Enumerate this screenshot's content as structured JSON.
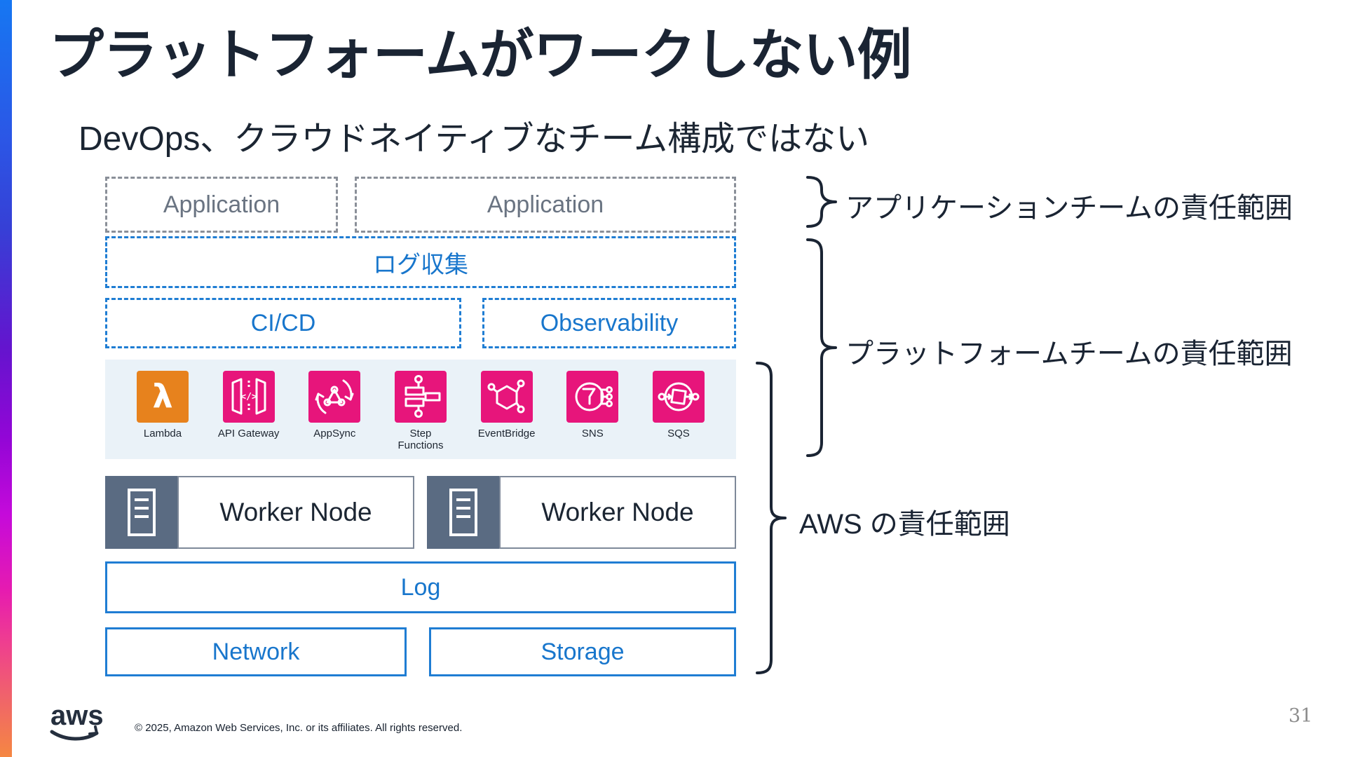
{
  "slide": {
    "title": "プラットフォームがワークしない例",
    "subtitle": "DevOps、クラウドネイティブなチーム構成ではない",
    "page_number": "31",
    "copyright": "© 2025, Amazon Web Services, Inc. or its affiliates. All rights reserved.",
    "logo_text": "aws"
  },
  "diagram": {
    "application_boxes": [
      "Application",
      "Application"
    ],
    "log_collection_label": "ログ収集",
    "cicd_label": "CI/CD",
    "observability_label": "Observability",
    "services": [
      {
        "label": "Lambda",
        "icon": "lambda-icon",
        "color": "#E7821D"
      },
      {
        "label": "API Gateway",
        "icon": "api-gateway-icon",
        "color": "#E7157B"
      },
      {
        "label": "AppSync",
        "icon": "appsync-icon",
        "color": "#E7157B"
      },
      {
        "label": "Step Functions",
        "icon": "step-functions-icon",
        "color": "#E7157B"
      },
      {
        "label": "EventBridge",
        "icon": "eventbridge-icon",
        "color": "#E7157B"
      },
      {
        "label": "SNS",
        "icon": "sns-icon",
        "color": "#E7157B"
      },
      {
        "label": "SQS",
        "icon": "sqs-icon",
        "color": "#E7157B"
      }
    ],
    "worker_nodes": [
      "Worker Node",
      "Worker Node"
    ],
    "log_label": "Log",
    "network_label": "Network",
    "storage_label": "Storage"
  },
  "annotations": {
    "application_team": "アプリケーションチームの責任範囲",
    "platform_team": "プラットフォームチームの責任範囲",
    "aws": "AWS の責任範囲"
  },
  "colors": {
    "title_text": "#1A2433",
    "blue_border": "#1F7DD3",
    "blue_text": "#1876CC",
    "gray_border": "#8A8F98",
    "gray_text": "#6A7482",
    "band_background": "#EAF2F8",
    "lambda_orange": "#E7821D",
    "service_pink": "#E7157B",
    "worker_slate": "#5A6B82",
    "accent_bar_gradient": [
      "#1677F2",
      "#3640D6",
      "#7B0BCB",
      "#C50ADA",
      "#EF3F8F",
      "#F58742"
    ]
  }
}
